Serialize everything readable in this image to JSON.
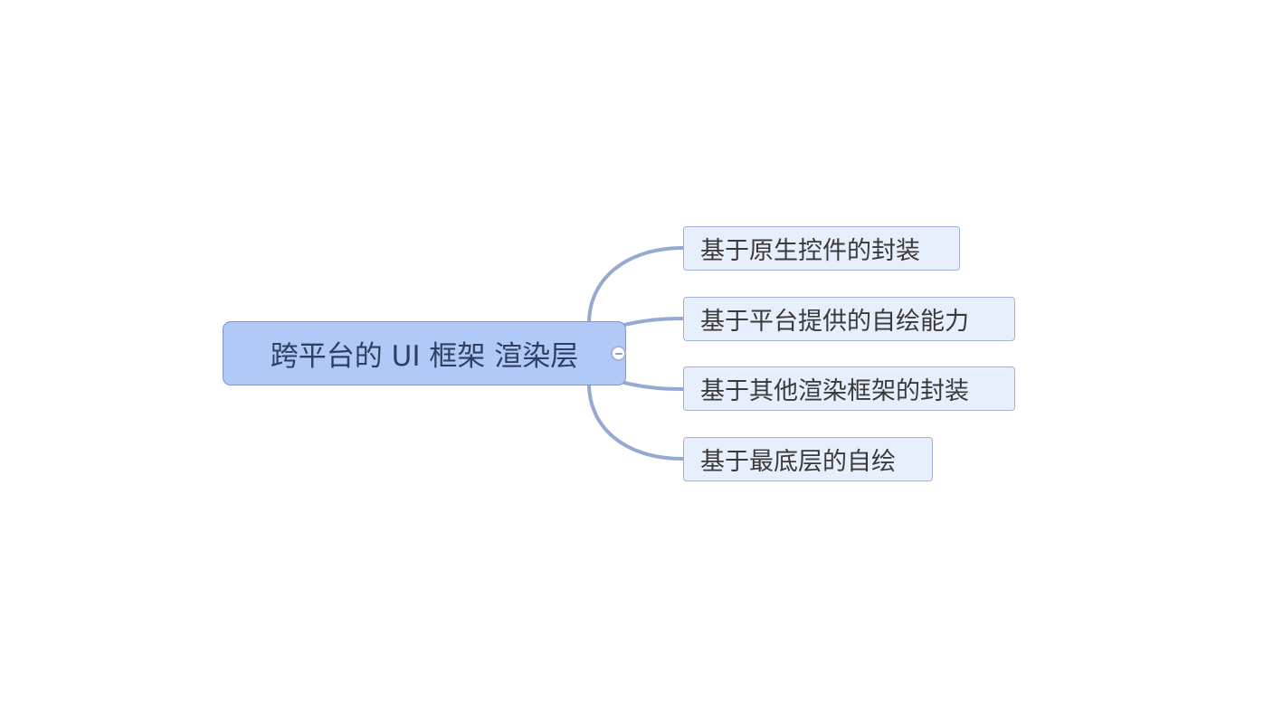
{
  "mindmap": {
    "root": {
      "label": "跨平台的 UI 框架 渲染层"
    },
    "children": [
      {
        "label": "基于原生控件的封装"
      },
      {
        "label": "基于平台提供的自绘能力"
      },
      {
        "label": "基于其他渲染框架的封装"
      },
      {
        "label": "基于最底层的自绘"
      }
    ],
    "collapse_icon": "minus-circle-icon",
    "colors": {
      "root_fill": "#b1c9f7",
      "root_border": "#7a95cf",
      "child_fill": "#e7eefc",
      "child_border": "#9fb3dd",
      "connector": "#95a9d3",
      "root_text": "#2f3f63",
      "child_text": "#3a3a3a"
    }
  }
}
